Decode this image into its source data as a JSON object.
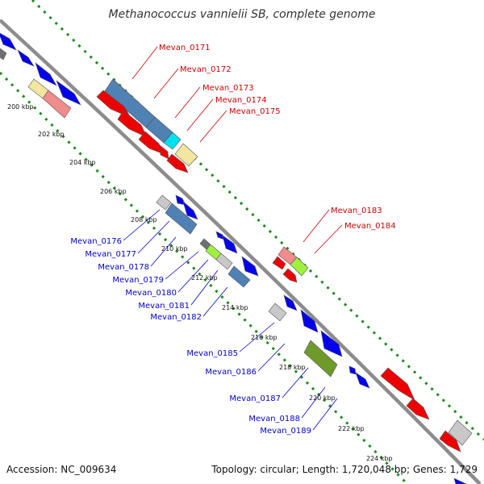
{
  "header": {
    "title": "Methanococcus vannielii SB, complete genome"
  },
  "footer": {
    "accession": "Accession: NC_009634",
    "topology": "Topology: circular; Length: 1,720,048 bp; Genes: 1,729"
  },
  "colors": {
    "forward_label": "#cc0000",
    "reverse_label": "#0000cc",
    "backbone": "#8c8c8c",
    "dotted_guide": "#1a8a1a",
    "gene_blue": "#0000ee",
    "gene_red": "#ee0000",
    "gene_steel": "#4f81b4",
    "gene_pink": "#f08c8c",
    "gene_khaki": "#f2e6a0",
    "gene_grey": "#c8c8c8",
    "gene_darkgrey": "#707070",
    "gene_cyan": "#00e0f0",
    "gene_lime": "#a0f040",
    "gene_olive": "#6e9a2a"
  },
  "ticks": [
    "200 kbp",
    "202 kbp",
    "204 kbp",
    "206 kbp",
    "208 kbp",
    "210 kbp",
    "212 kbp",
    "214 kbp",
    "216 kbp",
    "218 kbp",
    "220 kbp",
    "222 kbp",
    "224 kbp"
  ],
  "forward_labels": [
    "Mevan_0171",
    "Mevan_0172",
    "Mevan_0173",
    "Mevan_0174",
    "Mevan_0175",
    "Mevan_0183",
    "Mevan_0184"
  ],
  "reverse_labels": [
    "Mevan_0176",
    "Mevan_0177",
    "Mevan_0178",
    "Mevan_0179",
    "Mevan_0180",
    "Mevan_0181",
    "Mevan_0182",
    "Mevan_0185",
    "Mevan_0186",
    "Mevan_0187",
    "Mevan_0188",
    "Mevan_0189"
  ]
}
